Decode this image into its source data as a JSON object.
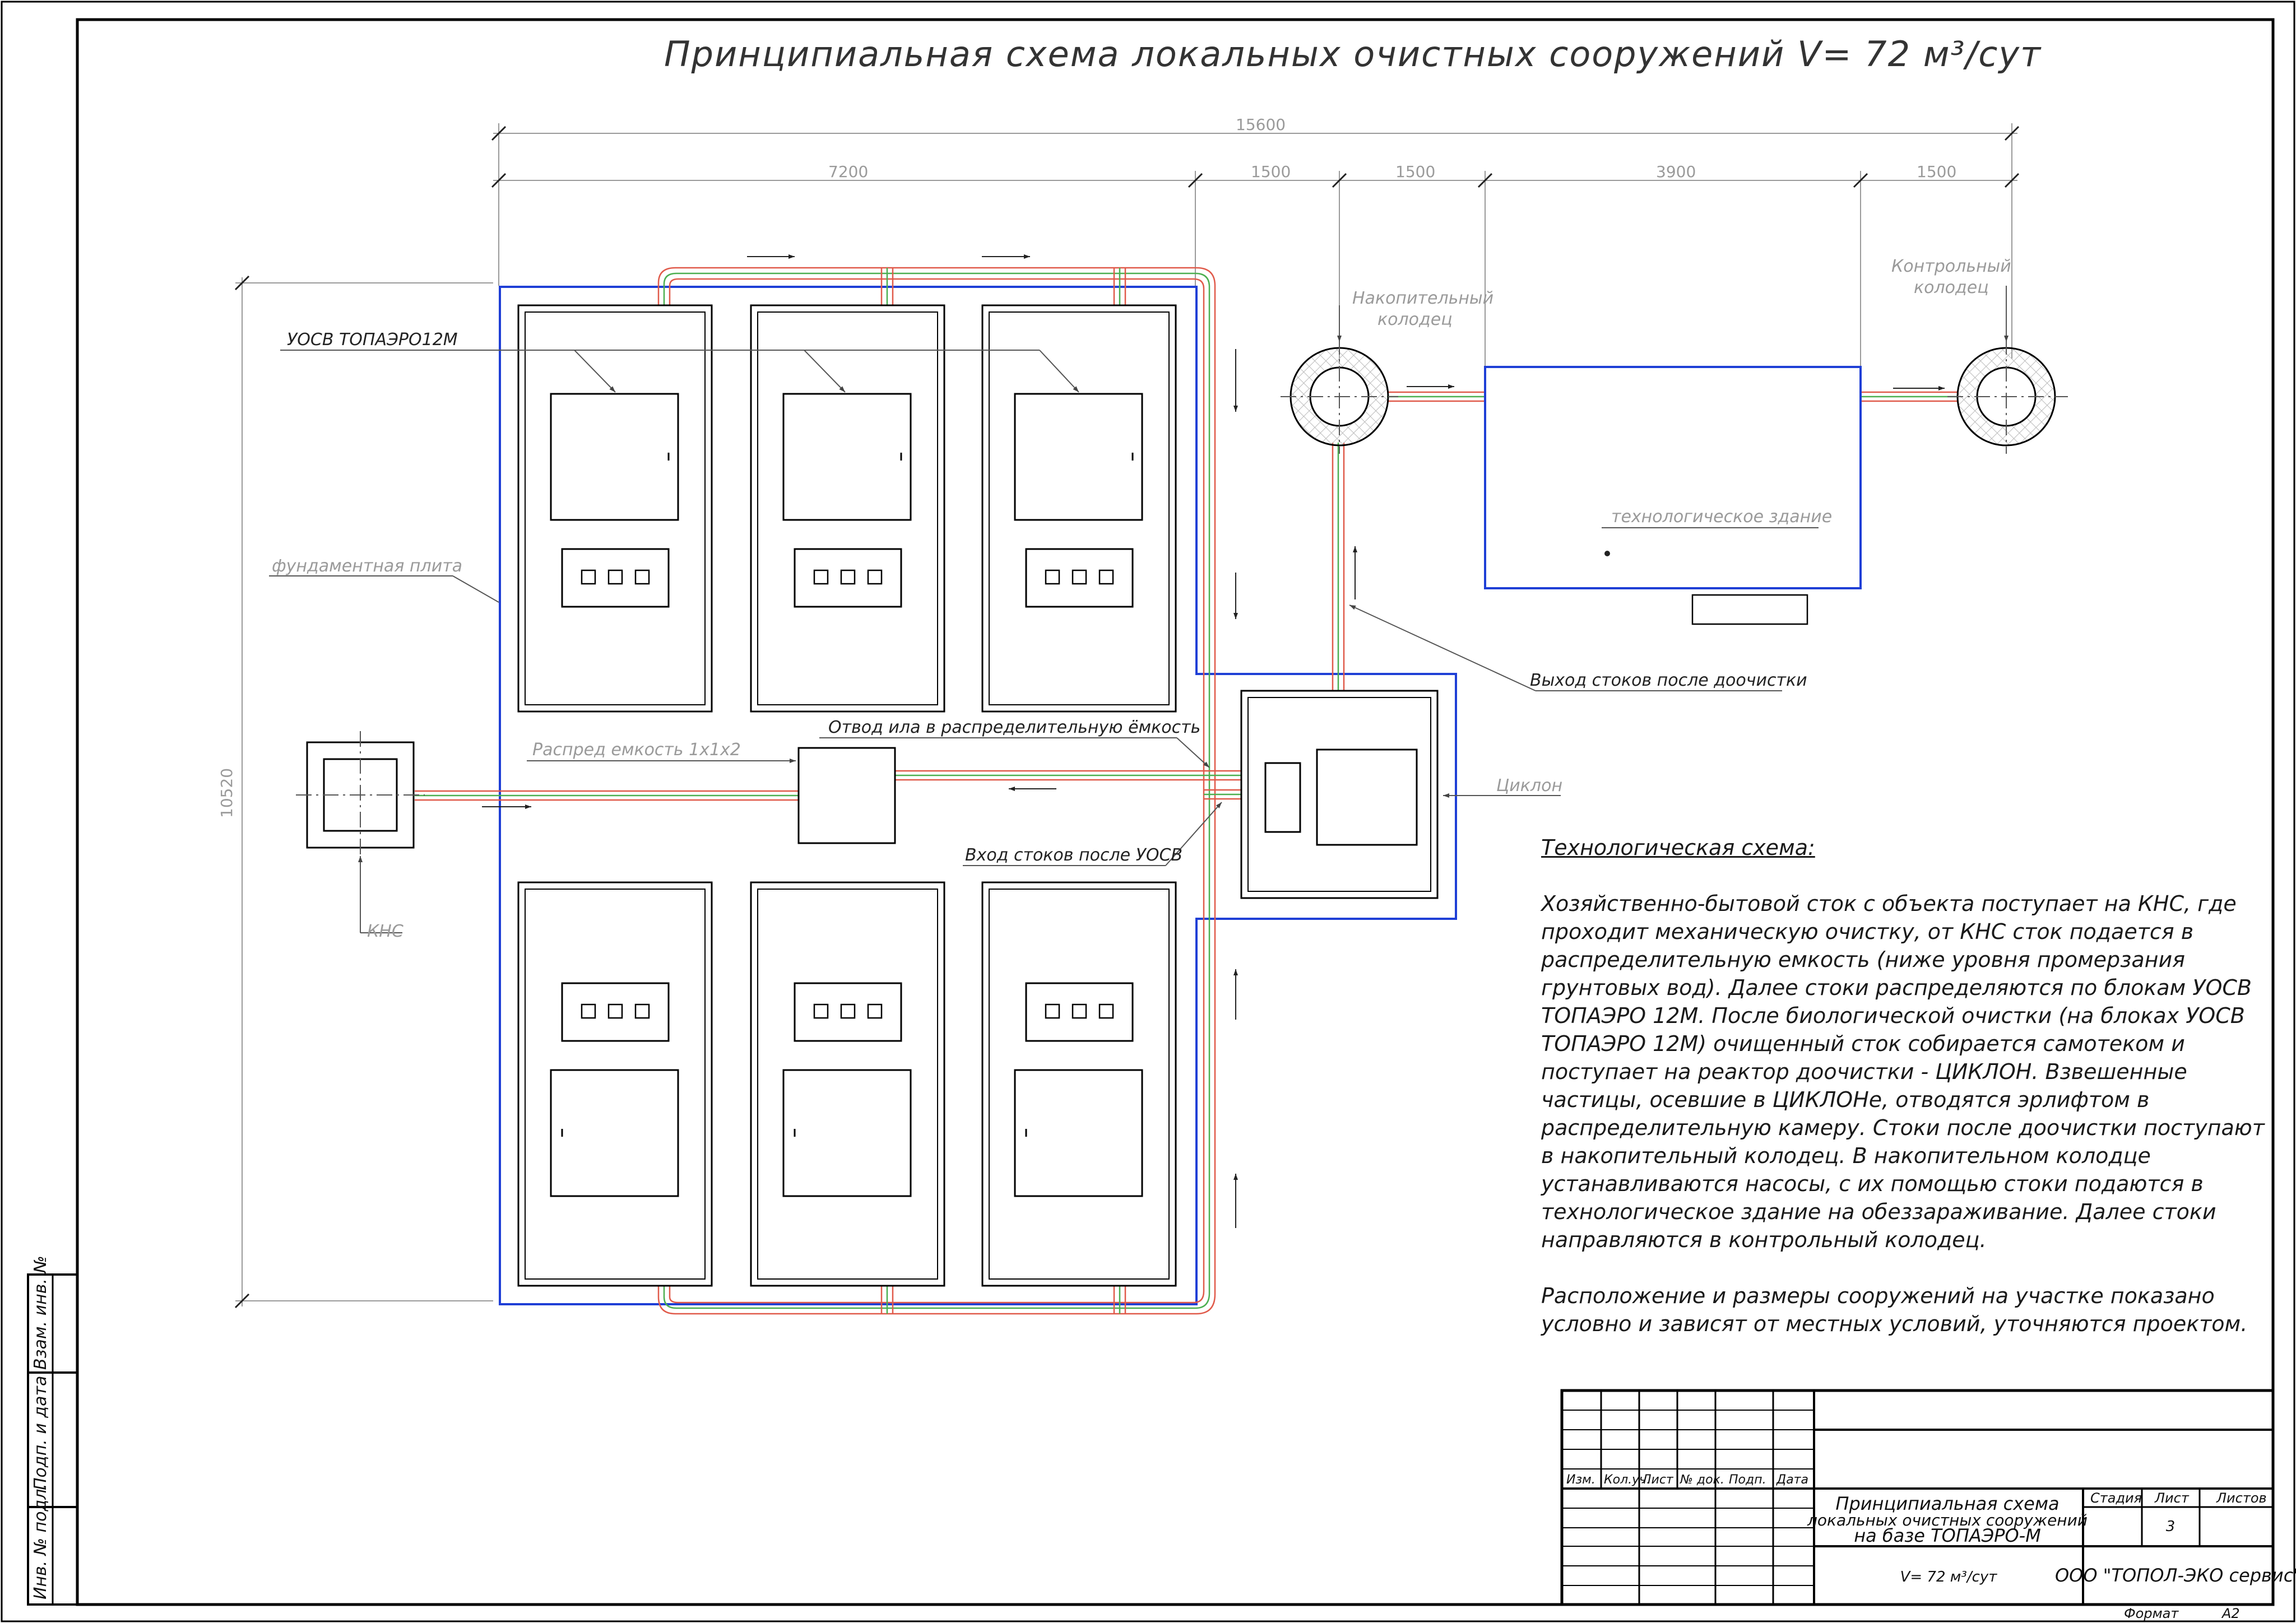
{
  "title": "Принципиальная схема   локальных  очистных  сооружений V= 72 м³/сут",
  "colors": {
    "frame": "#000000",
    "boundary": "#1f3fd6",
    "pipe_red": "#e05a4a",
    "pipe_green": "#4caf50",
    "dim_grey": "#9a9a9a"
  },
  "dimensions": {
    "overall": "15600",
    "seg1": "7200",
    "seg2": "1500",
    "seg3": "1500",
    "seg4": "3900",
    "seg5": "1500",
    "height": "10520"
  },
  "labels": {
    "uosv": "УОСВ ТОПАЭРО12М",
    "foundation": "фундаментная плита",
    "distrib_tank": "Распред емкость 1х1х2",
    "sludge": "Отвод ила в распределительную ёмкость",
    "inlet_after_uosv": "Вход стоков после УОСВ",
    "kns": "КНС",
    "cyclone": "Циклон",
    "outlet_post": "Выход стоков после доочистки",
    "storage_well_1": "Накопительный",
    "storage_well_2": "колодец",
    "control_well_1": "Контрольный",
    "control_well_2": "колодец",
    "tech_building": "технологическое здание"
  },
  "notes": {
    "heading": "Технологическая схема:",
    "paragraph1": "Хозяйственно-бытовой сток с объекта поступает на КНС, где проходит механическую очистку, от КНС сток подается в распределительную емкость (ниже уровня промерзания грунтовых вод). Далее стоки распределяются по блокам УОСВ ТОПАЭРО 12М. После биологической очистки (на блоках УОСВ ТОПАЭРО 12М) очищенный сток собирается самотеком и поступает на реактор доочистки - ЦИКЛОН. Взвешенные частицы, осевшие в ЦИКЛОНе, отводятся эрлифтом в распределительную камеру. Стоки после доочистки поступают в накопительный колодец. В накопительном колодце устанавливаются насосы, с их помощью стоки подаются в технологическое здание на обеззараживание. Далее стоки направляются в контрольный колодец.",
    "paragraph2": "Расположение и размеры сооружений на участке показано условно и зависят от местных условий, уточняются проектом."
  },
  "side_stamp": {
    "vzam": "Взам. инв. №",
    "podp": "Подп. и дата",
    "inv": "Инв. № подл."
  },
  "title_block": {
    "col_izm": "Изм.",
    "col_kol": "Кол.уч.",
    "col_list": "Лист",
    "col_ndok": "№ док.",
    "col_podp": "Подп.",
    "col_data": "Дата",
    "name_line1": "Принципиальная схема",
    "name_line2": "локальных  очистных сооружений",
    "name_line3": "на базе ТОПАЭРО-М",
    "stage": "Стадия",
    "sheet": "Лист",
    "sheets": "Листов",
    "sheet_num": "3",
    "capacity": "V= 72 м³/сут",
    "company": "ООО \"ТОПОЛ-ЭКО сервис\"",
    "format_label": "Формат",
    "format_value": "А2"
  }
}
